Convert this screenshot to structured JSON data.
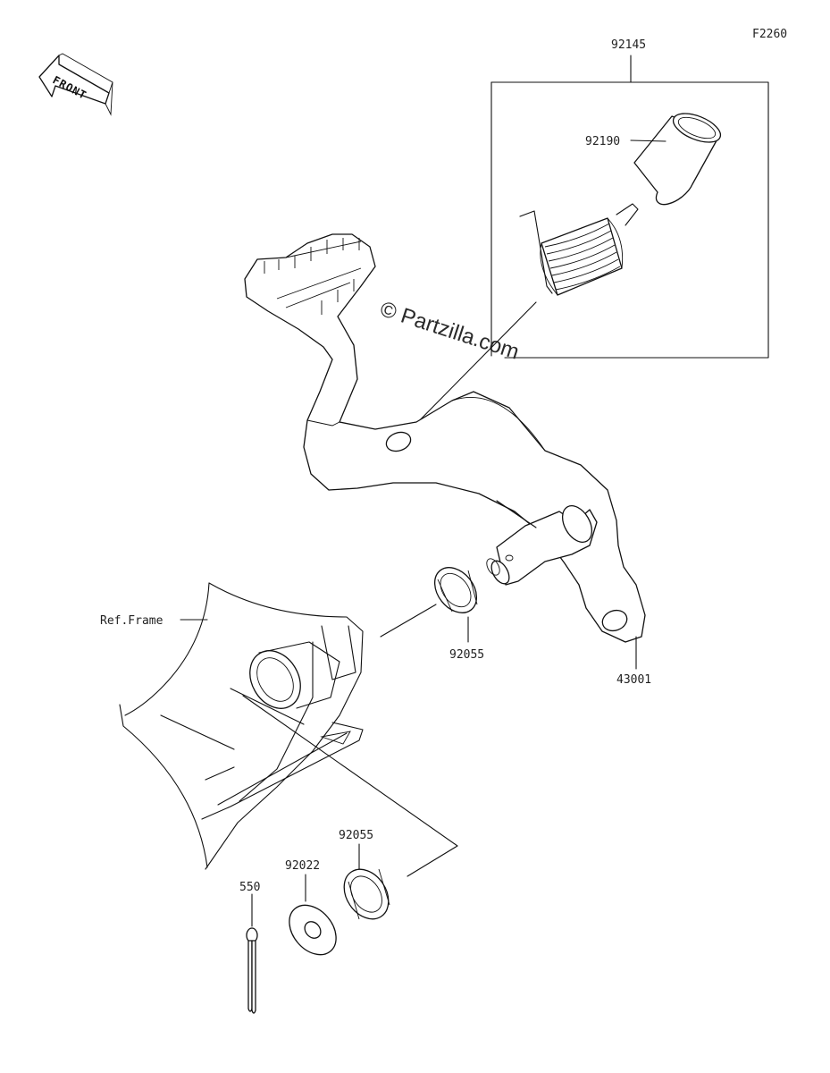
{
  "figure_code": "F2260",
  "watermark": "© Partzilla.com",
  "front_arrow_text": "FRONT",
  "reference_label": "Ref.Frame",
  "colors": {
    "line": "#111111",
    "background": "#ffffff",
    "text": "#222222"
  },
  "callouts": [
    {
      "id": "92145",
      "label": "92145"
    },
    {
      "id": "92190",
      "label": "92190"
    },
    {
      "id": "92055-upper",
      "label": "92055"
    },
    {
      "id": "43001",
      "label": "43001"
    },
    {
      "id": "92055-lower",
      "label": "92055"
    },
    {
      "id": "92022",
      "label": "92022"
    },
    {
      "id": "550",
      "label": "550"
    }
  ]
}
